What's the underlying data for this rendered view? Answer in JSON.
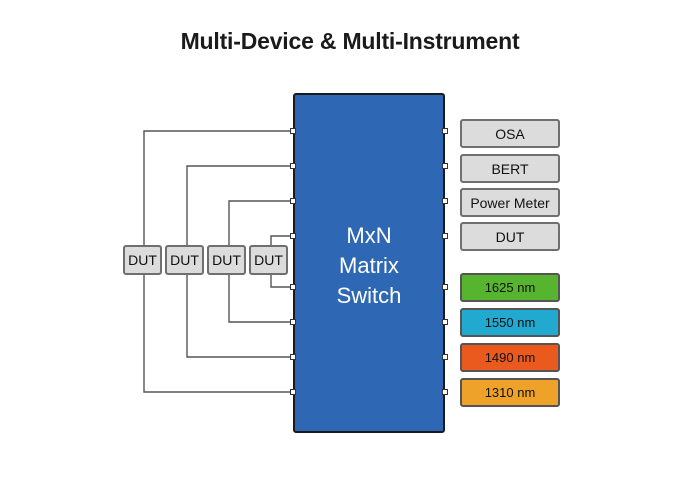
{
  "title": "Multi-Device & Multi-Instrument",
  "switch": {
    "line1": "MxN",
    "line2": "Matrix",
    "line3": "Switch",
    "color": "#2e68b4"
  },
  "instruments": [
    "OSA",
    "BERT",
    "Power Meter",
    "DUT"
  ],
  "lasers": [
    {
      "label": "1625 nm",
      "color": "#57b42f"
    },
    {
      "label": "1550 nm",
      "color": "#22a9cf"
    },
    {
      "label": "1490 nm",
      "color": "#ea5a1e"
    },
    {
      "label": "1310 nm",
      "color": "#eea22a"
    }
  ],
  "duts": [
    "DUT",
    "DUT",
    "DUT",
    "DUT"
  ]
}
